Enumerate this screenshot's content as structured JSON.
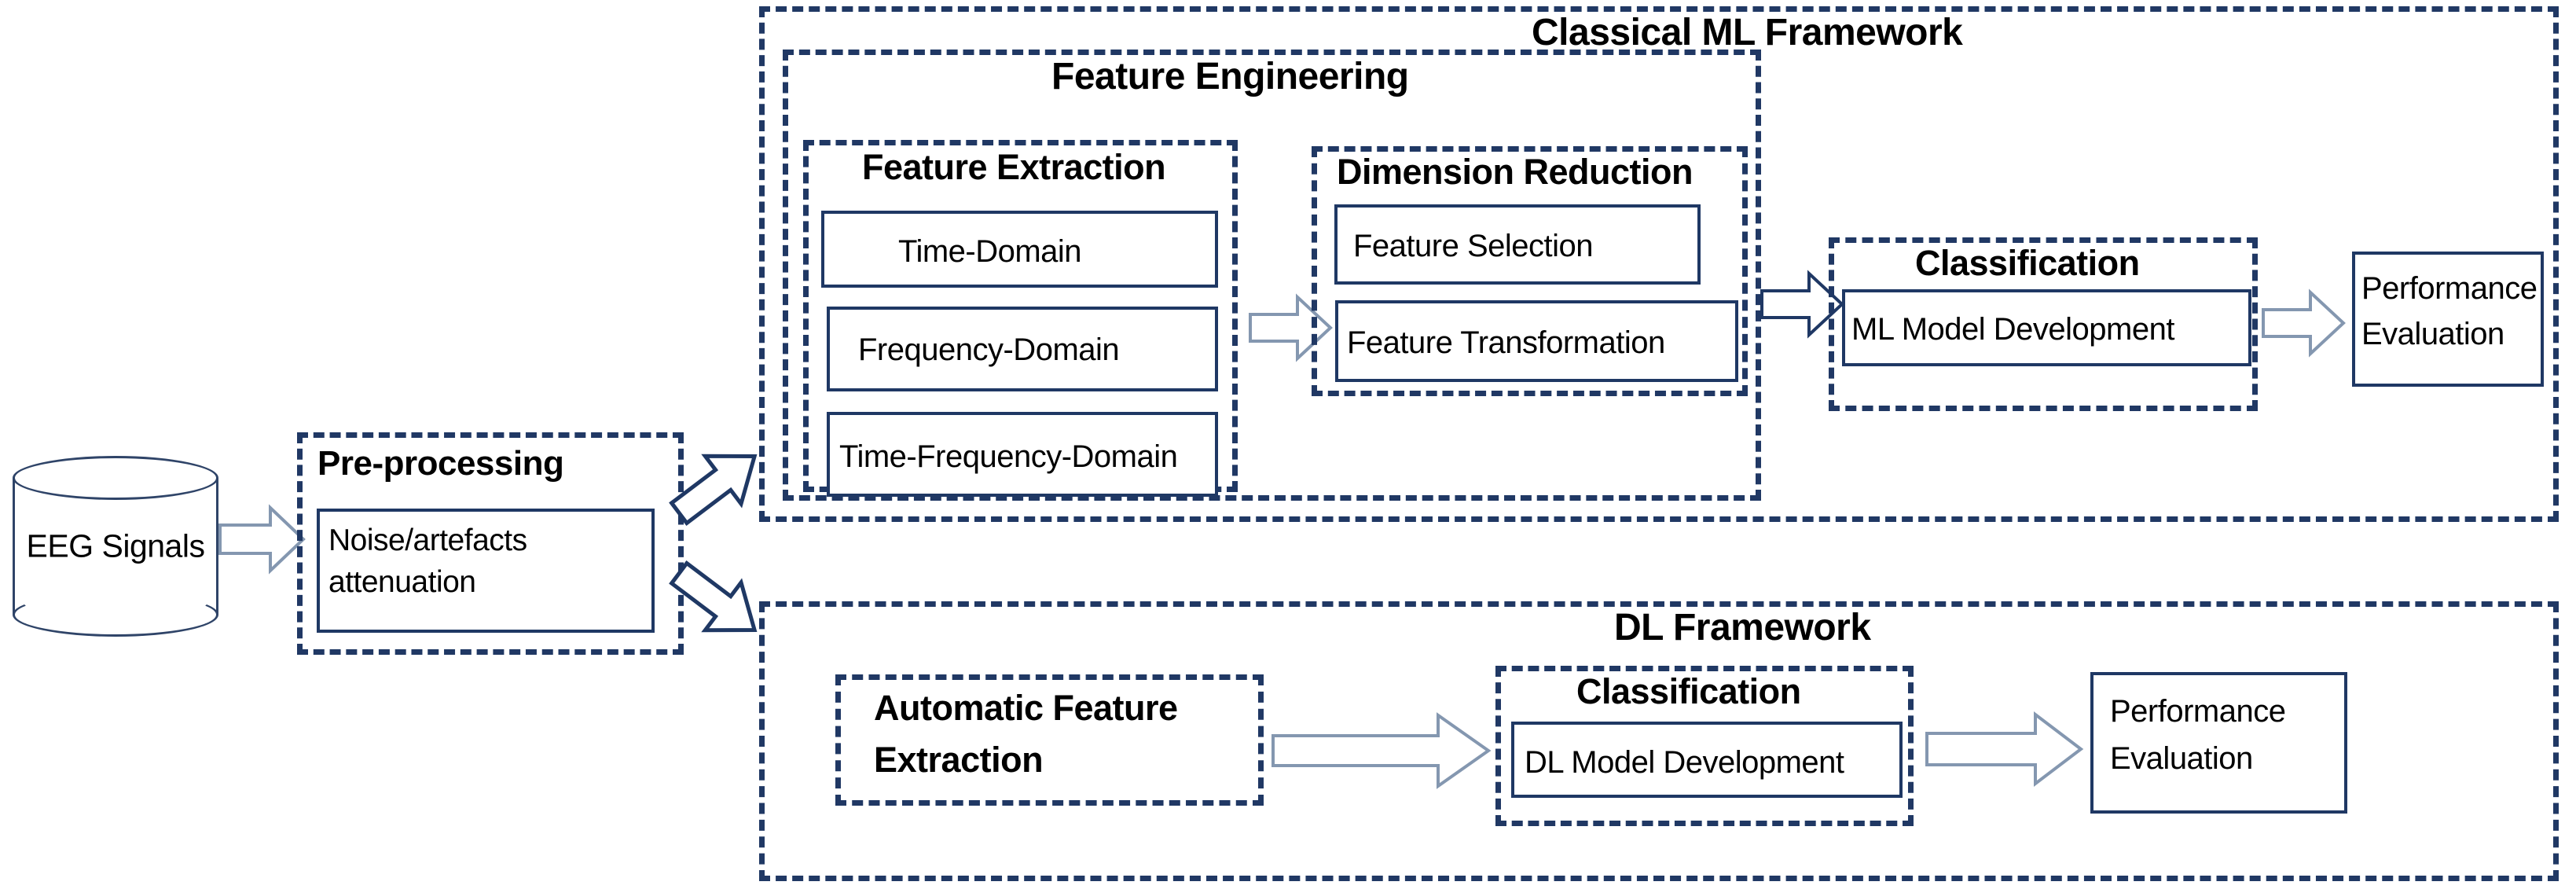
{
  "diagram": {
    "title": "EEG signal analysis pipeline: Classical ML Framework vs DL Framework",
    "colors": {
      "dashed_border": "#203864",
      "solid_border": "#1F3864",
      "arrow_fill": "#FFFFFF",
      "arrow_stroke": "#8497B0",
      "arrow_stroke_dark": "#1F3864",
      "cylinder_stroke": "#2F4468",
      "text": "#000000",
      "background": "#FFFFFF"
    },
    "source": {
      "label": "EEG Signals"
    },
    "preprocessing": {
      "title": "Pre-processing",
      "item": "Noise/artefacts attenuation"
    },
    "classical_ml": {
      "title": "Classical ML Framework",
      "feature_engineering": {
        "title": "Feature Engineering",
        "feature_extraction": {
          "title": "Feature Extraction",
          "items": [
            "Time-Domain",
            "Frequency-Domain",
            "Time-Frequency-Domain"
          ]
        },
        "dimension_reduction": {
          "title": "Dimension Reduction",
          "items": [
            "Feature Selection",
            "Feature Transformation"
          ]
        }
      },
      "classification": {
        "title": "Classification",
        "item": "ML Model Development"
      },
      "performance": {
        "line1": "Performance",
        "line2": "Evaluation"
      }
    },
    "dl": {
      "title": "DL Framework",
      "automatic_feature_extraction": {
        "line1": "Automatic Feature",
        "line2": "Extraction"
      },
      "classification": {
        "title": "Classification",
        "item": "DL Model Development"
      },
      "performance": {
        "line1": "Performance",
        "line2": "Evaluation"
      }
    },
    "arrows": [
      {
        "name": "eeg-to-preprocessing",
        "direction": "right"
      },
      {
        "name": "preprocessing-to-classical-ml",
        "direction": "up-right"
      },
      {
        "name": "preprocessing-to-dl",
        "direction": "down-right"
      },
      {
        "name": "feature-extraction-to-dimension-reduction",
        "direction": "right"
      },
      {
        "name": "dimension-reduction-to-classification",
        "direction": "right"
      },
      {
        "name": "classification-to-performance",
        "direction": "right"
      },
      {
        "name": "auto-feature-extraction-to-dl-classification",
        "direction": "right"
      },
      {
        "name": "dl-classification-to-performance",
        "direction": "right"
      }
    ]
  }
}
